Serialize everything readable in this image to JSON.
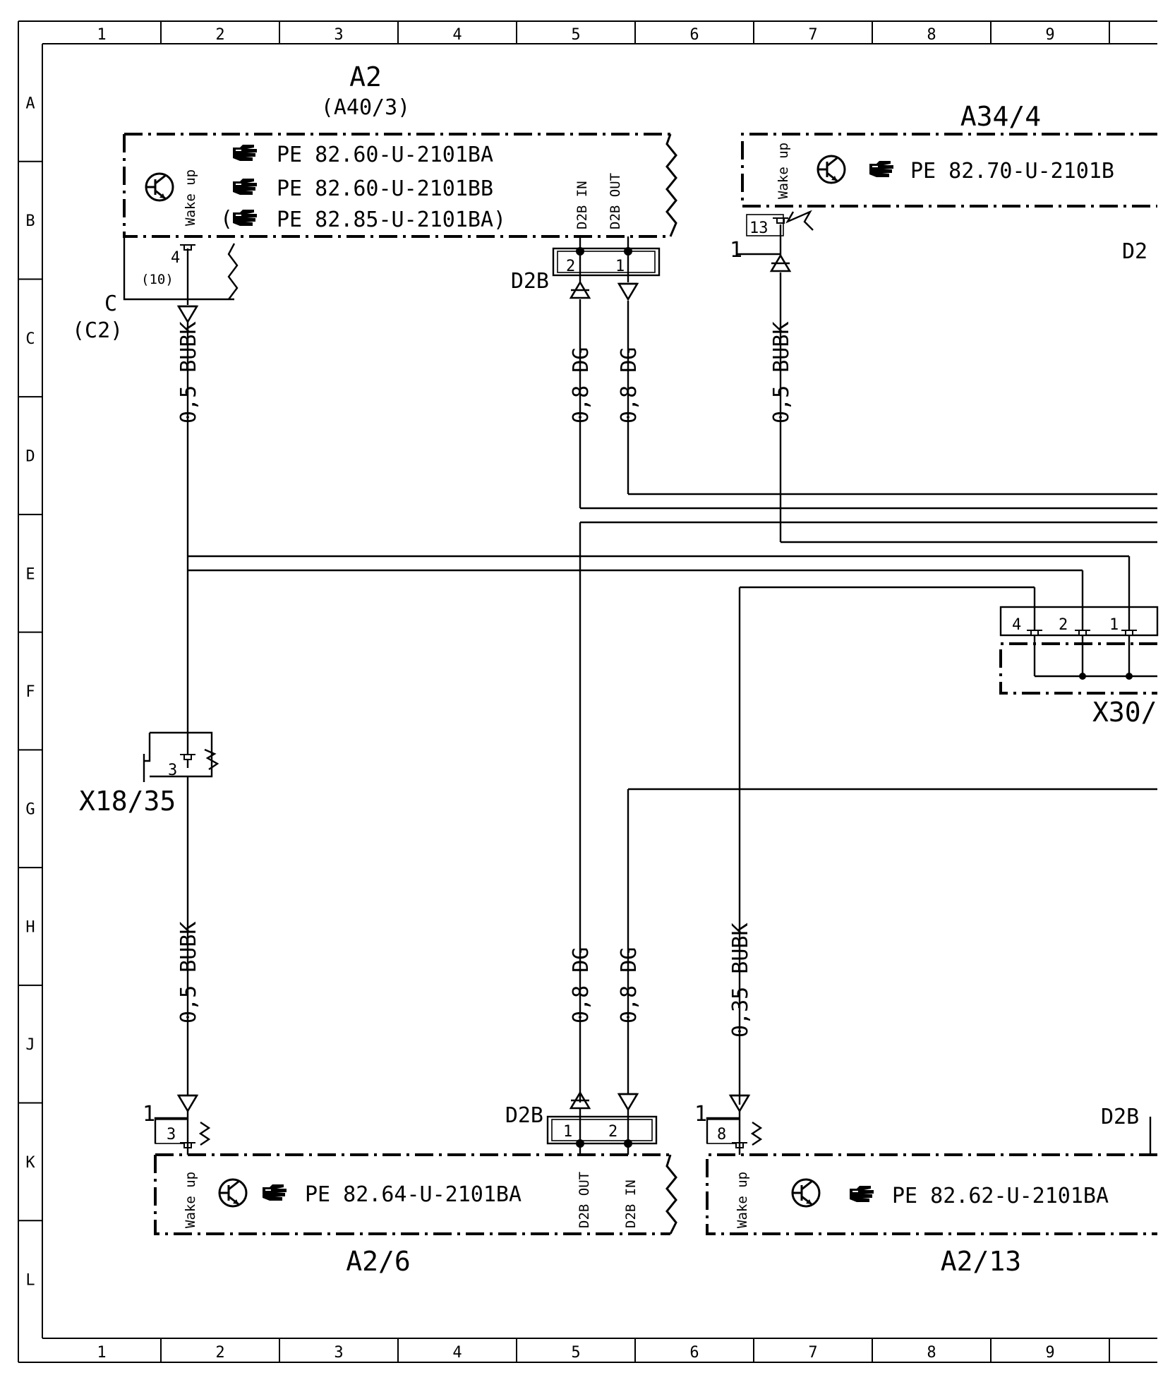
{
  "grid": {
    "columns": [
      "1",
      "2",
      "3",
      "4",
      "5",
      "6",
      "7",
      "8",
      "9"
    ],
    "rows": [
      "A",
      "B",
      "C",
      "D",
      "E",
      "F",
      "G",
      "H",
      "J",
      "K",
      "L"
    ]
  },
  "components": {
    "a2": {
      "name": "A2",
      "alt_name": "(A40/3)",
      "refs": [
        "PE  82.60-U-2101BA",
        "PE  82.60-U-2101BB",
        "PE  82.85-U-2101BA)"
      ],
      "ref_open_paren": "(",
      "pin_wake": "4",
      "pin_wake_alt": "(10)",
      "wake_label": "Wake up",
      "d2b_in": "D2B IN",
      "d2b_out": "D2B OUT",
      "d2b_label": "D2B",
      "d2b_pin_in": "2",
      "d2b_pin_out": "1",
      "connector": "C",
      "connector_alt": "(C2)"
    },
    "a34_4": {
      "name": "A34/4",
      "ref": "PE  82.70-U-2101B",
      "wake_label": "Wake up",
      "pin": "13",
      "splice": "1",
      "d2_label": "D2"
    },
    "x30": {
      "name": "X30/",
      "pins": [
        "4",
        "2",
        "1"
      ]
    },
    "x18_35": {
      "name": "X18/35",
      "pin": "3"
    },
    "a2_6": {
      "name": "A2/6",
      "ref": "PE  82.64-U-2101BA",
      "wake_label": "Wake up",
      "pin": "3",
      "splice": "1",
      "d2b_label": "D2B",
      "d2b_pin_out": "1",
      "d2b_pin_in": "2",
      "d2b_out": "D2B OUT",
      "d2b_in": "D2B IN"
    },
    "a2_13": {
      "name": "A2/13",
      "ref": "PE  82.62-U-2101BA",
      "wake_label": "Wake up",
      "pin": "8",
      "splice": "1",
      "d2b_label": "D2B"
    }
  },
  "wires": {
    "a2_wake_top": "0,5  BUBK",
    "a2_d2b_in_top": "0,8  DG",
    "a2_d2b_out_top": "0,8  DG",
    "a34_wake": "0,5  BUBK",
    "a26_wake": "0,5  BUBK",
    "a26_d2b_out": "0,8  DG",
    "a26_d2b_in": "0,8  DG",
    "a213_wake": "0,35  BUBK"
  },
  "icons": {
    "transistor": "transistor-icon",
    "pointer": "pointing-hand-icon"
  }
}
